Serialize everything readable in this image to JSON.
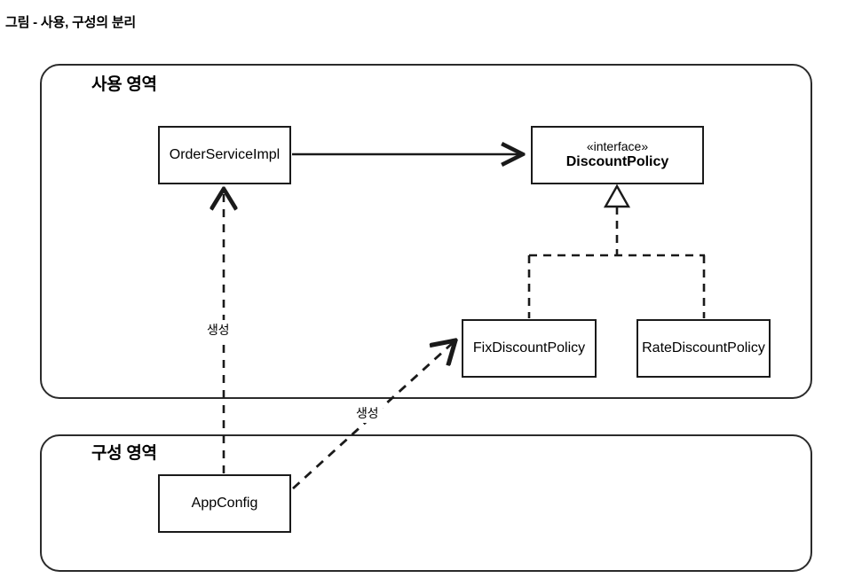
{
  "title": "그림 - 사용, 구성의 분리",
  "regions": [
    {
      "id": "usage",
      "label": "사용 영역"
    },
    {
      "id": "config",
      "label": "구성 영역"
    }
  ],
  "classes": [
    {
      "id": "orderserviceimpl",
      "name": "OrderServiceImpl",
      "stereotype": ""
    },
    {
      "id": "discountpolicy",
      "name": "DiscountPolicy",
      "stereotype": "«interface»"
    },
    {
      "id": "fixdiscountpolicy",
      "name": "FixDiscountPolicy",
      "stereotype": ""
    },
    {
      "id": "ratediscountpolicy",
      "name": "RateDiscountPolicy",
      "stereotype": ""
    },
    {
      "id": "appconfig",
      "name": "AppConfig",
      "stereotype": ""
    }
  ],
  "edges": [
    {
      "id": "orderservice-uses-discountpolicy",
      "from": "OrderServiceImpl",
      "to": "DiscountPolicy",
      "style": "solid",
      "arrow": "open",
      "label": ""
    },
    {
      "id": "fixdiscount-realizes-discountpolicy",
      "from": "FixDiscountPolicy",
      "to": "DiscountPolicy",
      "style": "dashed",
      "arrow": "hollow-triangle",
      "label": ""
    },
    {
      "id": "ratediscount-realizes-discountpolicy",
      "from": "RateDiscountPolicy",
      "to": "DiscountPolicy",
      "style": "dashed",
      "arrow": "hollow-triangle",
      "label": ""
    },
    {
      "id": "appconfig-creates-orderservice",
      "from": "AppConfig",
      "to": "OrderServiceImpl",
      "style": "dashed",
      "arrow": "open",
      "label": "생성"
    },
    {
      "id": "appconfig-creates-fixdiscount",
      "from": "AppConfig",
      "to": "FixDiscountPolicy",
      "style": "dashed",
      "arrow": "open",
      "label": "생성"
    }
  ],
  "edge_labels": {
    "create_orderservice": "생성",
    "create_fixdiscount": "생성"
  },
  "colors": {
    "stroke": "#1a1a1a",
    "region_stroke": "#2b2b2b",
    "background": "#ffffff",
    "text": "#000000"
  }
}
